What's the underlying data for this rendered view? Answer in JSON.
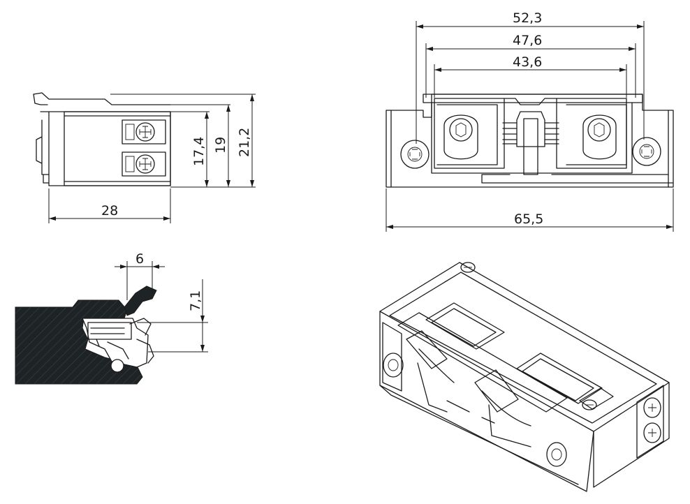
{
  "views": {
    "side": {
      "dim_width": "28",
      "dim_h1": "17,4",
      "dim_h2": "19",
      "dim_h3": "21,2"
    },
    "front": {
      "dim_top1": "52,3",
      "dim_top2": "47,6",
      "dim_top3": "43,6",
      "dim_total": "65,5"
    },
    "section": {
      "dim_offset": "6",
      "dim_depth": "7,1"
    },
    "isometric": {}
  }
}
